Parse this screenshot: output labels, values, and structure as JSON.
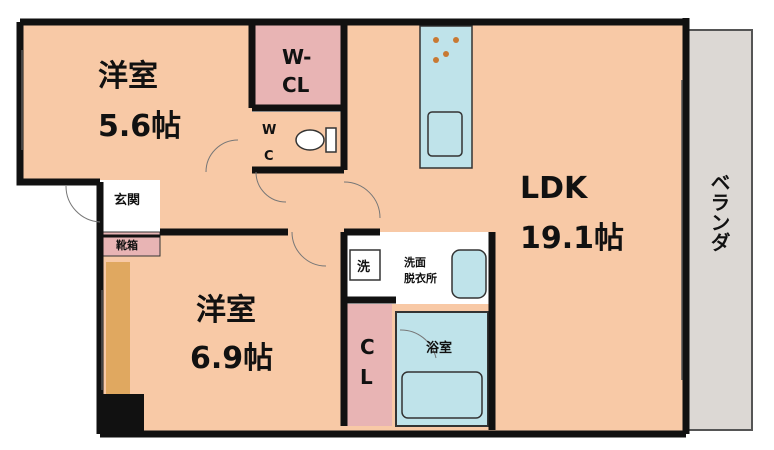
{
  "rooms": {
    "western1": {
      "name": "洋室",
      "size": "5.6帖"
    },
    "western2": {
      "name": "洋室",
      "size": "6.9帖"
    },
    "ldk": {
      "name": "LDK",
      "size": "19.1帖"
    },
    "wcl": {
      "line1": "W-",
      "line2": "CL"
    },
    "wc": {
      "line1": "W",
      "line2": "C"
    },
    "entrance": "玄関",
    "shoe_box": "靴箱",
    "wash_sink": "洗",
    "dressing": {
      "line1": "洗面",
      "line2": "脱衣所"
    },
    "bath": "浴室",
    "closet": {
      "line1": "C",
      "line2": "L"
    },
    "veranda": "ベランダ"
  },
  "colors": {
    "room_fill": "#f8c9a6",
    "closet_fill": "#e8b4b4",
    "veranda_fill": "#dcd8d4",
    "bath_fill": "#bfe3ea",
    "wall": "#111111",
    "floor_white": "#ffffff"
  }
}
